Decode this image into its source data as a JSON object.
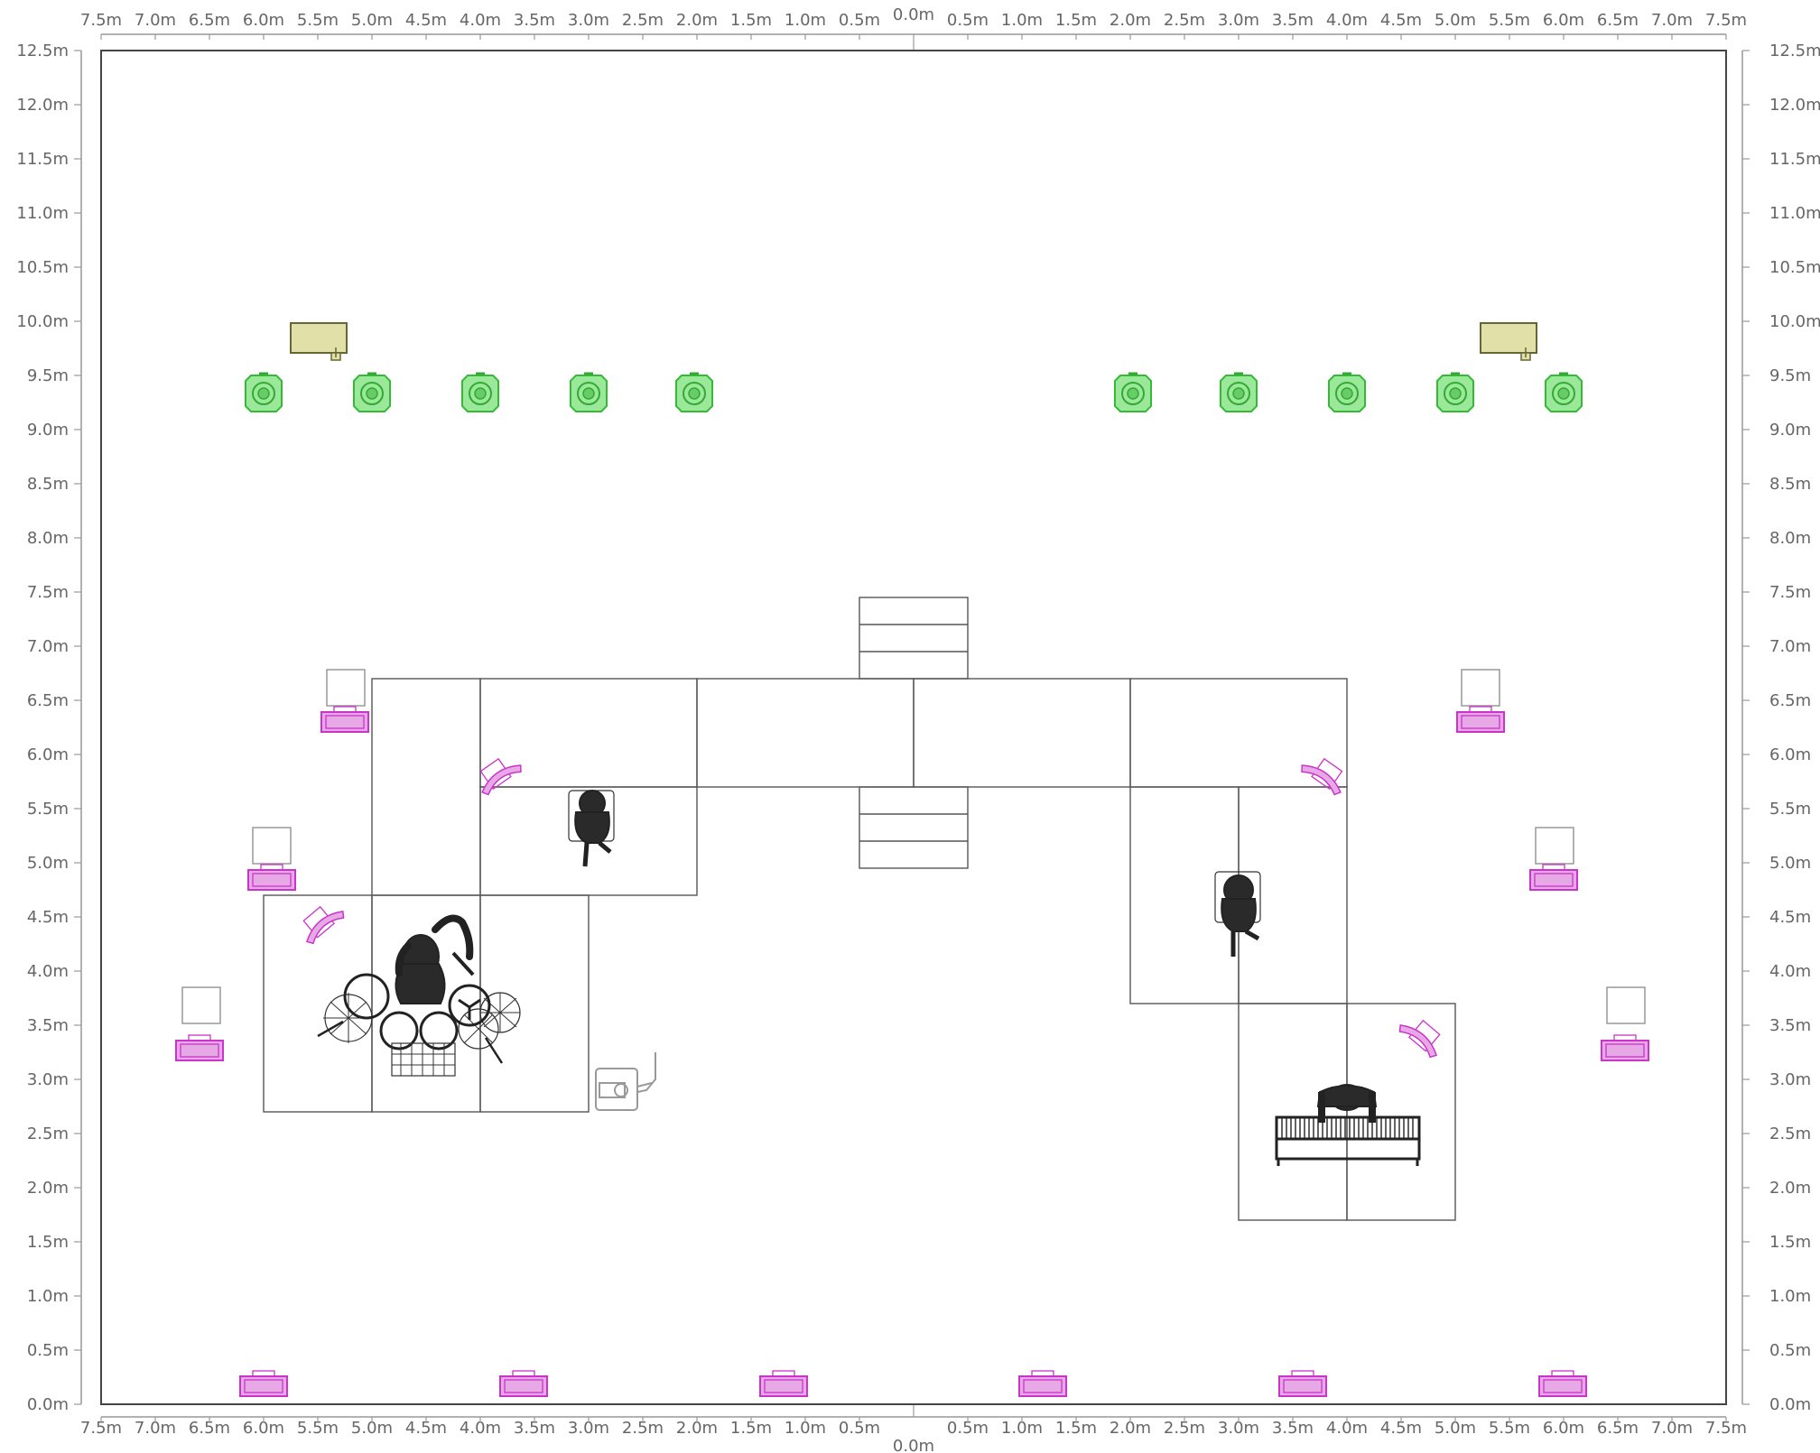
{
  "plot": {
    "center_label": "0.0m",
    "x_ticks": [
      "7.5m",
      "7.0m",
      "6.5m",
      "6.0m",
      "5.5m",
      "5.0m",
      "4.5m",
      "4.0m",
      "3.5m",
      "3.0m",
      "2.5m",
      "2.0m",
      "1.5m",
      "1.0m",
      "0.5m",
      "0.5m",
      "1.0m",
      "1.5m",
      "2.0m",
      "2.5m",
      "3.0m",
      "3.5m",
      "4.0m",
      "4.5m",
      "5.0m",
      "5.5m",
      "6.0m",
      "6.5m",
      "7.0m",
      "7.5m"
    ],
    "y_ticks": [
      "12.5m",
      "12.0m",
      "11.5m",
      "11.0m",
      "10.5m",
      "10.0m",
      "9.5m",
      "9.0m",
      "8.5m",
      "8.0m",
      "7.5m",
      "7.0m",
      "6.5m",
      "6.0m",
      "5.5m",
      "5.0m",
      "4.5m",
      "4.0m",
      "3.5m",
      "3.0m",
      "2.5m",
      "2.0m",
      "1.5m",
      "1.0m",
      "0.5m",
      "0.0m"
    ]
  },
  "colors": {
    "monitor": "#e6a9e6",
    "monitor_stroke": "#cc33cc",
    "light": "#9be89b",
    "light_stroke": "#33bb33",
    "amp": "#e0e0a8",
    "axis": "#999999"
  },
  "icons": {
    "monitor": "wedge-monitor-icon",
    "front_fill": "front-fill-speaker-icon",
    "light": "stage-light-icon",
    "amp": "amplifier-icon",
    "stand": "stand-icon",
    "drummer": "drummer-icon",
    "player": "seated-player-icon",
    "keyboard": "keyboard-player-icon"
  }
}
